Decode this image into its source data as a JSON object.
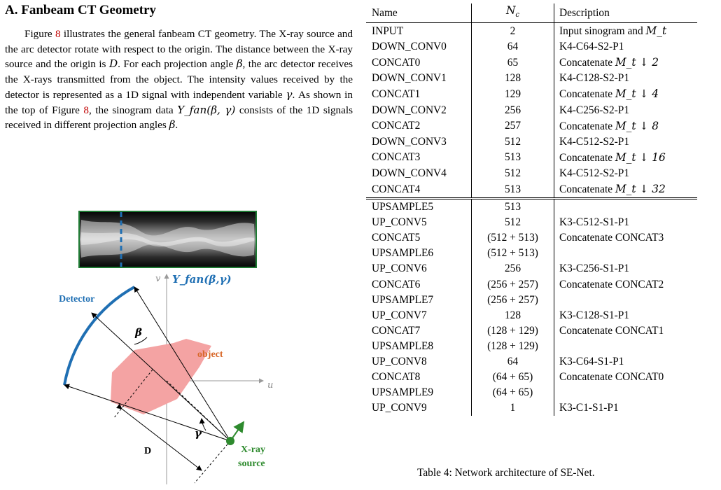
{
  "section": {
    "title": "A. Fanbeam CT Geometry",
    "paragraph": [
      {
        "t": "Figure "
      },
      {
        "ref": "8"
      },
      {
        "t": " illustrates the general fanbeam CT geometry. The X-ray source and the arc detector rotate with respect to the origin. The distance between the X-ray source and the origin is "
      },
      {
        "m": "D"
      },
      {
        "t": ". For each projection angle "
      },
      {
        "m": "β"
      },
      {
        "t": ", the arc detector receives the X-rays transmitted from the object. The intensity values received by the detector is represented as a 1D signal with independent variable "
      },
      {
        "m": "γ"
      },
      {
        "t": ". As shown in the top of Figure "
      },
      {
        "ref": "8"
      },
      {
        "t": ", the sinogram data "
      },
      {
        "m": "Y_fan(β, γ)"
      },
      {
        "t": " consists of the 1D signals received in different projection angles "
      },
      {
        "m": "β"
      },
      {
        "t": "."
      }
    ]
  },
  "figure": {
    "colors": {
      "detector": "#1f6fb3",
      "object": "#f4a3a3",
      "object_label": "#d8682a",
      "source": "#2e8a2e",
      "sinogram_border": "#1e7a33",
      "dashed_line": "#1f6fb3"
    },
    "labels": {
      "sinogram_label": "Y_fan(β,γ)",
      "v_axis": "v",
      "u_axis": "u",
      "detector": "Detector",
      "beta": "β",
      "object": "object",
      "gamma": "γ",
      "d": "D",
      "xray": "X-ray",
      "source": "source"
    }
  },
  "table": {
    "header": {
      "name": "Name",
      "nc": "N_c",
      "desc": "Description"
    },
    "group1": [
      {
        "name": "INPUT",
        "nc": "2",
        "desc": "Input sinogram and ",
        "m": "M_t"
      },
      {
        "name": "DOWN_CONV0",
        "nc": "64",
        "desc": "K4-C64-S2-P1"
      },
      {
        "name": "CONCAT0",
        "nc": "65",
        "desc": "Concatenate ",
        "m": "M_t ↓ 2"
      },
      {
        "name": "DOWN_CONV1",
        "nc": "128",
        "desc": "K4-C128-S2-P1"
      },
      {
        "name": "CONCAT1",
        "nc": "129",
        "desc": "Concatenate ",
        "m": "M_t ↓ 4"
      },
      {
        "name": "DOWN_CONV2",
        "nc": "256",
        "desc": "K4-C256-S2-P1"
      },
      {
        "name": "CONCAT2",
        "nc": "257",
        "desc": "Concatenate ",
        "m": "M_t ↓ 8"
      },
      {
        "name": "DOWN_CONV3",
        "nc": "512",
        "desc": "K4-C512-S2-P1"
      },
      {
        "name": "CONCAT3",
        "nc": "513",
        "desc": "Concatenate ",
        "m": "M_t ↓ 16"
      },
      {
        "name": "DOWN_CONV4",
        "nc": "512",
        "desc": "K4-C512-S2-P1"
      },
      {
        "name": "CONCAT4",
        "nc": "513",
        "desc": "Concatenate ",
        "m": "M_t ↓ 32"
      }
    ],
    "group2": [
      {
        "name": "UPSAMPLE5",
        "nc": "513",
        "desc": ""
      },
      {
        "name": "UP_CONV5",
        "nc": "512",
        "desc": "K3-C512-S1-P1"
      },
      {
        "name": "CONCAT5",
        "nc": "(512 + 513)",
        "desc": "Concatenate CONCAT3"
      },
      {
        "name": "UPSAMPLE6",
        "nc": "(512 + 513)",
        "desc": ""
      },
      {
        "name": "UP_CONV6",
        "nc": "256",
        "desc": "K3-C256-S1-P1"
      },
      {
        "name": "CONCAT6",
        "nc": "(256 + 257)",
        "desc": "Concatenate CONCAT2"
      },
      {
        "name": "UPSAMPLE7",
        "nc": "(256 + 257)",
        "desc": ""
      },
      {
        "name": "UP_CONV7",
        "nc": "128",
        "desc": "K3-C128-S1-P1"
      },
      {
        "name": "CONCAT7",
        "nc": "(128 + 129)",
        "desc": "Concatenate CONCAT1"
      },
      {
        "name": "UPSAMPLE8",
        "nc": "(128 + 129)",
        "desc": ""
      },
      {
        "name": "UP_CONV8",
        "nc": "64",
        "desc": "K3-C64-S1-P1"
      },
      {
        "name": "CONCAT8",
        "nc": "(64 + 65)",
        "desc": "Concatenate CONCAT0"
      },
      {
        "name": "UPSAMPLE9",
        "nc": "(64 + 65)",
        "desc": ""
      },
      {
        "name": "UP_CONV9",
        "nc": "1",
        "desc": "K3-C1-S1-P1"
      }
    ],
    "caption": "Table 4: Network architecture of SE-Net."
  }
}
